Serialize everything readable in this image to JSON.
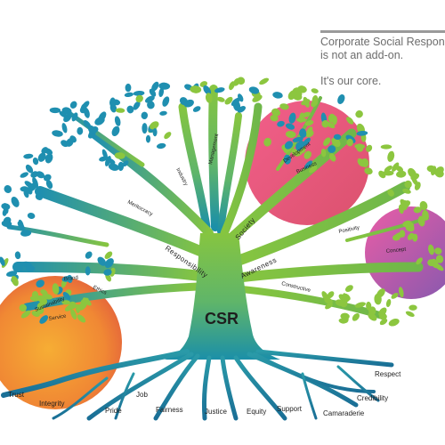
{
  "header": {
    "line1": "Corporate Social Responsibility",
    "line2": "is not an add-on.",
    "line3": "It's our core."
  },
  "tree": {
    "center_label": "CSR",
    "branch_labels": {
      "management": "Management",
      "industry": "Industry",
      "meritocracy": "Meritocracy",
      "responsibility": "Responsibility",
      "society": "Society",
      "awareness": "Awareness",
      "development": "Development",
      "business": "Business",
      "positivity": "Positivity",
      "concept": "Concept",
      "constructive": "Constructive",
      "brand": "Brand",
      "ethics": "Ethics",
      "sustainability": "Sustainability",
      "service": "Service"
    },
    "root_labels": {
      "trust": "Trust",
      "integrity": "Integrity",
      "pride": "Pride",
      "job": "Job",
      "fairness": "Fairness",
      "justice": "Justice",
      "equity": "Equity",
      "support": "Support",
      "camaraderie": "Camaraderie",
      "credibility": "Credibility",
      "respect": "Respect"
    }
  },
  "colors": {
    "header_text": "#6d6d6d",
    "header_rule": "#9a9a9a",
    "leaf_teal": "#1f8fb0",
    "leaf_green": "#8cc63f",
    "trunk_green": "#7cc24a",
    "trunk_teal": "#1b8fa8",
    "circle_magenta": "#e8306e",
    "circle_purple": "#8a4fb5",
    "circle_orange": "#f29a1d"
  }
}
